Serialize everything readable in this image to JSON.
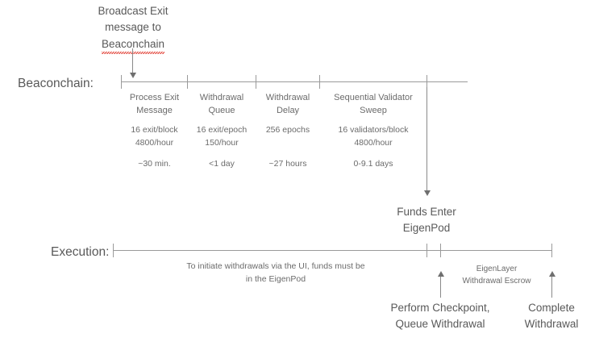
{
  "diagram": {
    "title_note": {
      "line1": "Broadcast Exit",
      "line2": "message to",
      "line3": "Beaconchain"
    },
    "lanes": {
      "beaconchain_label": "Beaconchain:",
      "execution_label": "Execution:"
    },
    "beaconchain_phases": [
      {
        "name_line1": "Process Exit",
        "name_line2": "Message",
        "rate_line1": "16 exit/block",
        "rate_line2": "4800/hour",
        "duration": "~30 min."
      },
      {
        "name_line1": "Withdrawal",
        "name_line2": "Queue",
        "rate_line1": "16 exit/epoch",
        "rate_line2": "150/hour",
        "duration": "<1 day"
      },
      {
        "name_line1": "Withdrawal",
        "name_line2": "Delay",
        "rate_line1": "256 epochs",
        "rate_line2": "",
        "duration": "~27 hours"
      },
      {
        "name_line1": "Sequential Validator",
        "name_line2": "Sweep",
        "rate_line1": "16 validators/block",
        "rate_line2": "4800/hour",
        "duration": "0-9.1 days"
      }
    ],
    "funds_enter": {
      "line1": "Funds Enter",
      "line2": "EigenPod"
    },
    "execution_note": {
      "line1": "To initiate withdrawals via the UI, funds must be",
      "line2": "in the EigenPod"
    },
    "escrow_note": {
      "line1": "EigenLayer",
      "line2": "Withdrawal Escrow"
    },
    "checkpoint_label": {
      "line1": "Perform Checkpoint,",
      "line2": "Queue Withdrawal"
    },
    "complete_label": {
      "line1": "Complete",
      "line2": "Withdrawal"
    },
    "colors": {
      "text": "#595959",
      "line": "#9a9a9a",
      "arrow": "#6f6f6f",
      "spellcheck": "#e03a2f",
      "background": "#ffffff"
    }
  }
}
